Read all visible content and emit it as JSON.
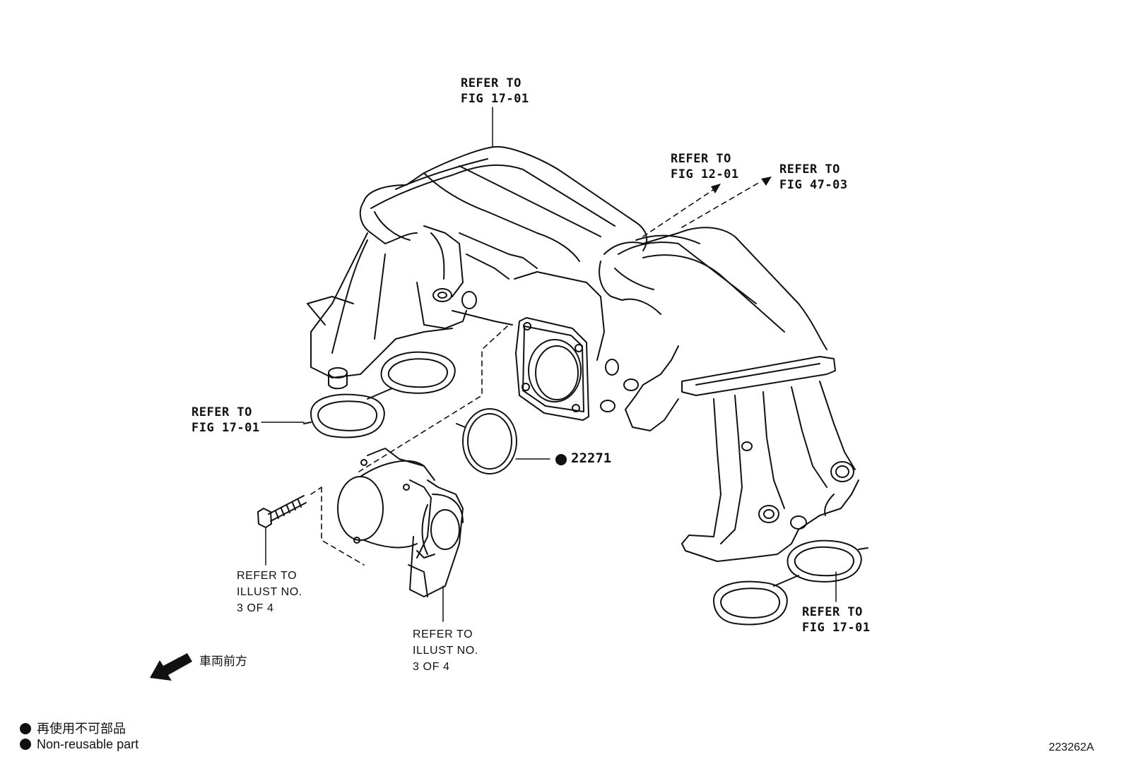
{
  "labels": {
    "refer_top": "REFER TO\nFIG 17-01",
    "refer_12": "REFER TO\nFIG 12-01",
    "refer_47": "REFER TO\nFIG 47-03",
    "refer_left": "REFER TO\nFIG 17-01",
    "refer_bottom_right": "REFER TO\nFIG 17-01",
    "refer_bolt": "REFER TO\nILLUST NO.\n3 OF 4",
    "refer_throttle": "REFER TO\nILLUST NO.\n3 OF 4",
    "part_gasket": "22271",
    "front_direction": "車両前方"
  },
  "legend": {
    "line1": "再使用不可部品",
    "line2": "Non-reusable part"
  },
  "figure_id": "223262A",
  "icons": {
    "non_reusable_marker": "filled-circle",
    "front_arrow": "arrow-down-left"
  }
}
